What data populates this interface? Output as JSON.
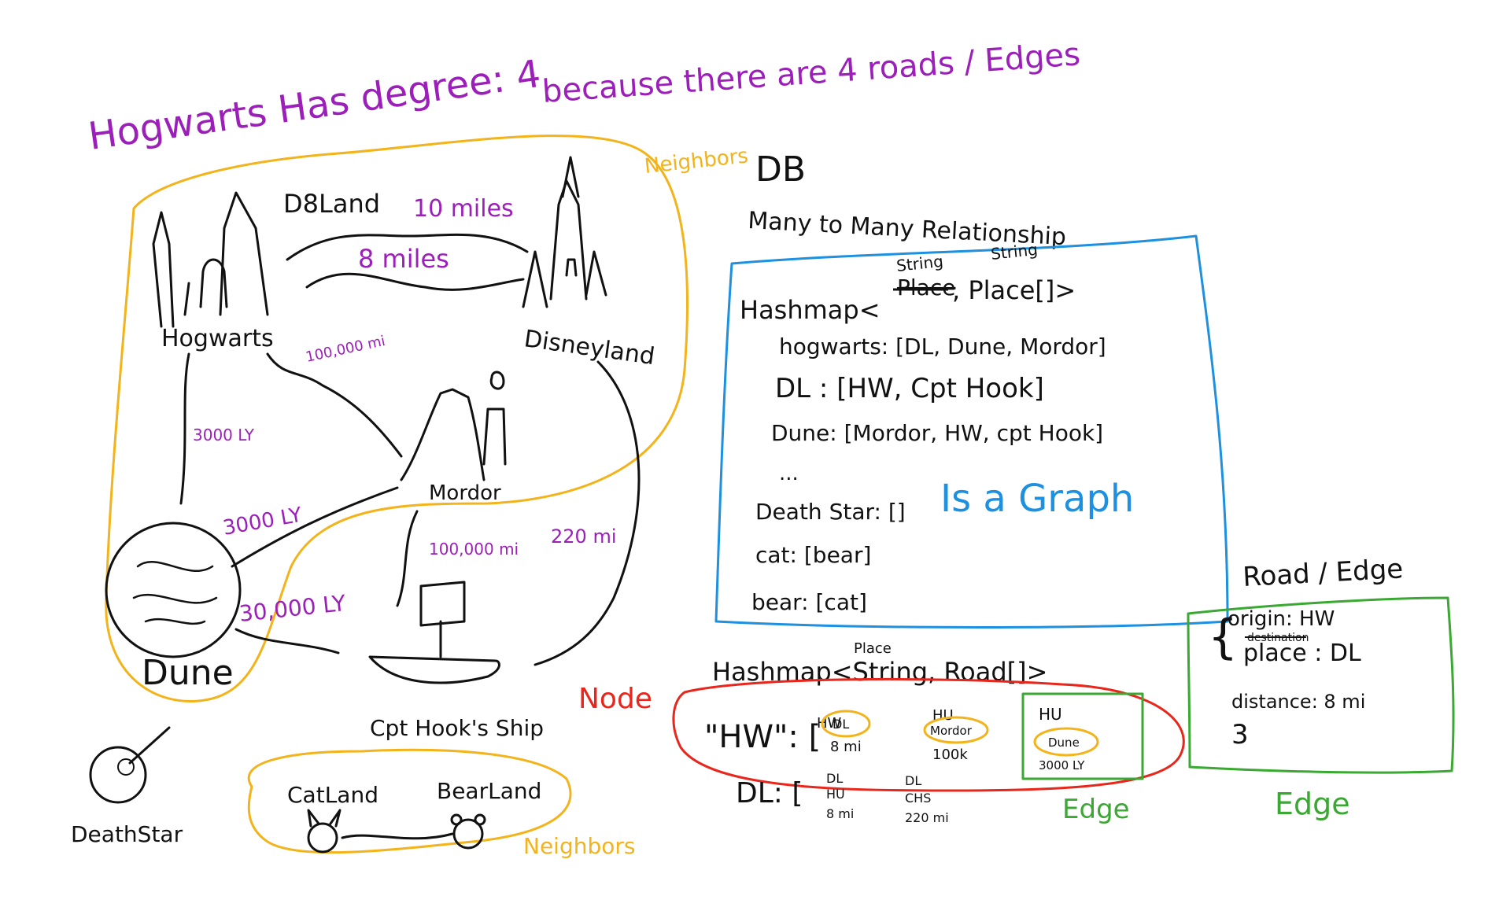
{
  "colors": {
    "black": "#111111",
    "purple": "#9b1fb8",
    "blue": "#1e90e0",
    "red": "#e8261c",
    "green": "#3aa832",
    "orange": "#f2b31b"
  },
  "top_note": {
    "degree": "Hogwarts Has degree: 4",
    "reason": "because there are 4 roads / Edges"
  },
  "map": {
    "places": {
      "hogwarts": "Hogwarts",
      "disneyland": "Disneyland",
      "mordor": "Mordor",
      "dune": "Dune",
      "death_star": "DeathStar",
      "cpt_hooks_ship": "Cpt Hook's Ship",
      "cat_land": "CatLand",
      "bear_land": "BearLand",
      "d8_land": "D8Land"
    },
    "distances": {
      "ten_miles": "10 miles",
      "eight_miles": "8 miles",
      "hw_mordor": "100,000 mi",
      "hw_dune": "3000 LY",
      "dune_mordor": "3000 LY",
      "dune_ship": "30,000 LY",
      "mordor_ship": "100,000 mi",
      "dl_ship": "220 mi"
    },
    "labels": {
      "neighbors_top": "Neighbors",
      "neighbors_bottom": "Neighbors",
      "node": "Node"
    }
  },
  "db": {
    "title": "DB",
    "subtitle": "Many to Many Relationship",
    "struck_word": "Place",
    "type_word": "String",
    "hashmap_prefix": "Hashmap<",
    "hashmap_suffix": ", Place[]>",
    "entries": [
      "hogwarts: [DL, Dune, Mordor]",
      "DL : [HW, Cpt Hook]",
      "Dune: [Mordor, HW, cpt Hook]",
      "...",
      "Death Star: []",
      "cat: [bear]",
      "bear: [cat]"
    ],
    "is_graph": "Is a Graph"
  },
  "road_map": {
    "hashmap": "Hashmap<String, Road[]>",
    "place_note": "Place",
    "hw_key": "\"HW\": [",
    "edges": [
      {
        "from": "HW",
        "to": "DL",
        "dist": "8 mi"
      },
      {
        "from": "HU",
        "to": "Mordor",
        "dist": "100k"
      },
      {
        "from": "HU",
        "to": "Dune",
        "dist": "3000 LY"
      }
    ],
    "dl_key": "DL: [",
    "dl_edges": [
      {
        "from": "DL",
        "to": "HU",
        "dist": "8 mi"
      },
      {
        "from": "DL",
        "to": "CHS",
        "dist": "220 mi"
      }
    ],
    "edge_label_1": "Edge"
  },
  "road_edge": {
    "title": "Road / Edge",
    "origin": "origin: HW",
    "destination_struck": "destination",
    "place": "place : DL",
    "distance": "distance: 8 mi",
    "edge_label_2": "Edge"
  }
}
